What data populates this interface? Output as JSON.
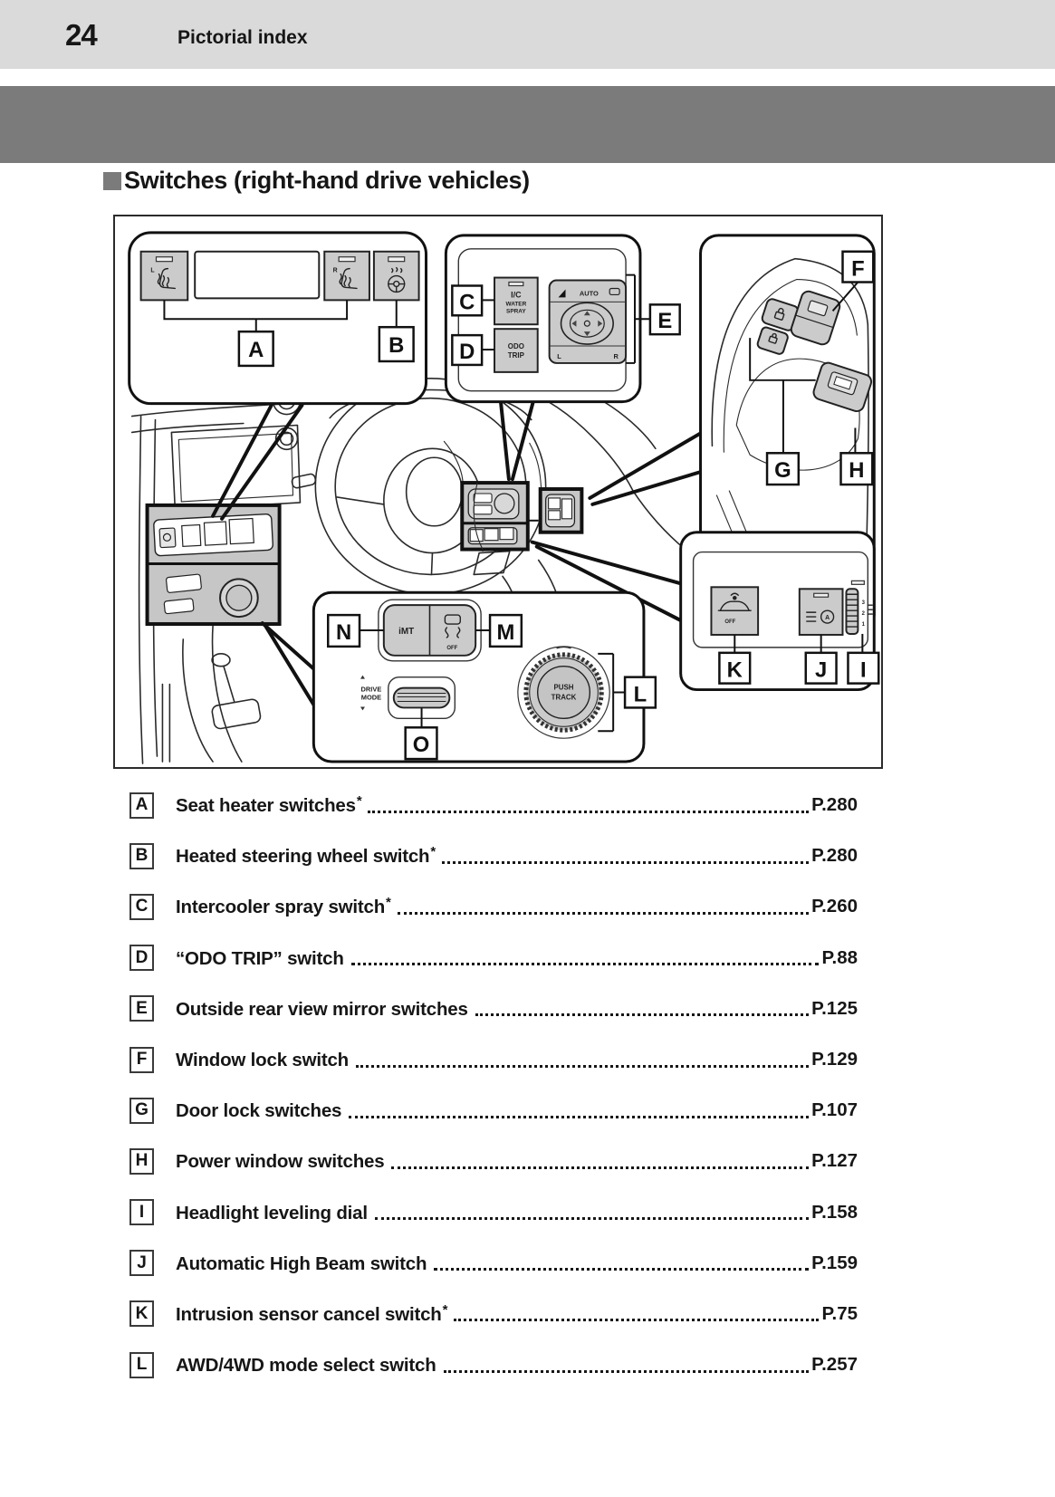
{
  "page": {
    "page_number": "24",
    "chapter_title": "Pictorial index",
    "section_marker": "■",
    "section_heading": "Switches (right-hand drive vehicles)"
  },
  "colors": {
    "header_bar": "#dadada",
    "dark_band": "#7b7b7b",
    "button_gray": "#cbcbcb",
    "highlight_gray": "#c6c6c6"
  },
  "diagram": {
    "callouts": {
      "a": "A",
      "b": "B",
      "c": "C",
      "d": "D",
      "e": "E",
      "f": "F",
      "g": "G",
      "h": "H",
      "i": "I",
      "j": "J",
      "k": "K",
      "l": "L",
      "m": "M",
      "n": "N",
      "o": "O"
    },
    "texts": {
      "seat_left": "L",
      "seat_right": "R",
      "ic_line1": "I/C",
      "ic_line2": "WATER",
      "ic_line3": "SPRAY",
      "odo_line1": "ODO",
      "odo_line2": "TRIP",
      "mirror_auto": "AUTO",
      "mirror_l": "L",
      "mirror_r": "R",
      "imt": "iMT",
      "vsc_off": "OFF",
      "drive_line1": "DRIVE",
      "drive_line2": "MODE",
      "knob_line1": "PUSH",
      "knob_line2": "TRACK",
      "intrusion_off": "OFF",
      "level_3": "3",
      "level_2": "2",
      "level_1": "1",
      "ahb_a": "A"
    },
    "icons": [
      "seat-heater-left-icon",
      "seat-heater-right-icon",
      "heated-steering-wheel-icon",
      "mirror-fold-icon",
      "mirror-icon",
      "mirror-adjust-pad",
      "window-lock-switch",
      "door-lock-switches",
      "power-window-switch",
      "intrusion-sensor-icon",
      "auto-high-beam-icon",
      "headlight-leveling-dial-icon",
      "vsc-off-icon",
      "drive-mode-toggle",
      "push-track-knob"
    ]
  },
  "index": {
    "items": [
      {
        "letter": "A",
        "label": "Seat heater switches",
        "asterisk": "*",
        "page": "P.280"
      },
      {
        "letter": "B",
        "label": "Heated steering wheel switch",
        "asterisk": "*",
        "page": "P.280"
      },
      {
        "letter": "C",
        "label": "Intercooler spray switch",
        "asterisk": "*",
        "page": "P.260"
      },
      {
        "letter": "D",
        "label": "“ODO TRIP” switch",
        "asterisk": "",
        "page": "P.88"
      },
      {
        "letter": "E",
        "label": "Outside rear view mirror switches",
        "asterisk": "",
        "page": "P.125"
      },
      {
        "letter": "F",
        "label": "Window lock switch",
        "asterisk": "",
        "page": "P.129"
      },
      {
        "letter": "G",
        "label": "Door lock switches",
        "asterisk": "",
        "page": "P.107"
      },
      {
        "letter": "H",
        "label": "Power window switches",
        "asterisk": "",
        "page": "P.127"
      },
      {
        "letter": "I",
        "label": "Headlight leveling dial",
        "asterisk": "",
        "page": "P.158"
      },
      {
        "letter": "J",
        "label": "Automatic High Beam switch",
        "asterisk": "",
        "page": "P.159"
      },
      {
        "letter": "K",
        "label": "Intrusion sensor cancel switch",
        "asterisk": "*",
        "page": "P.75"
      },
      {
        "letter": "L",
        "label": "AWD/4WD mode select switch",
        "asterisk": "",
        "page": "P.257"
      }
    ]
  }
}
